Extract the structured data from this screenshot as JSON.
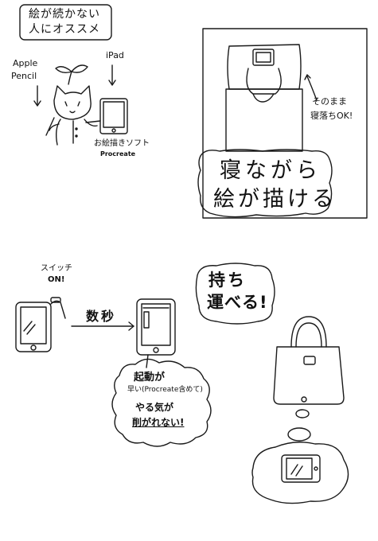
{
  "panel_top_left": {
    "caption_line1": "絵が続かない",
    "caption_line2": "人にオススメ",
    "apple_pencil_label_line1": "Apple",
    "apple_pencil_label_line2": "Pencil",
    "ipad_label": "iPad",
    "app_label": "お絵描きソフト",
    "app_name": "Procreate"
  },
  "panel_top_right": {
    "note_line1": "そのまま",
    "note_line2": "寝落ちOK!",
    "headline_line1": "寝ながら",
    "headline_line2": "絵が描ける"
  },
  "panel_bottom_left": {
    "switch_label_line1": "スイッチ",
    "switch_label_line2": "ON!",
    "seconds_label": "数秒",
    "bubble_line1": "起動が",
    "bubble_line2": "早い(Procreate含めて)",
    "bubble_line3": "やる気が",
    "bubble_line4": "削がれない!"
  },
  "panel_bottom_right": {
    "headline_line1": "持ち",
    "headline_line2": "運べる!"
  }
}
